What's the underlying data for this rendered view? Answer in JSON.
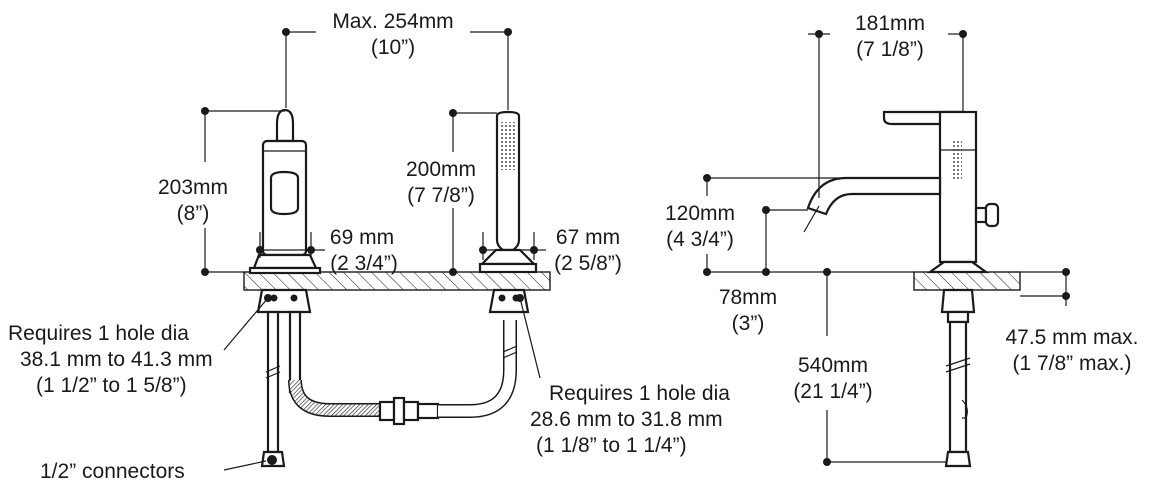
{
  "dimensions": {
    "max_spread": "Max. 254mm",
    "max_spread_in": "(10”)",
    "valve_height": "203mm",
    "valve_height_in": "(8”)",
    "valve_base": "69 mm",
    "valve_base_in": "(2 3/4”)",
    "shower_height": "200mm",
    "shower_height_in": "(7 7/8”)",
    "shower_base": "67 mm",
    "shower_base_in": "(2 5/8”)",
    "spout_reach": "181mm",
    "spout_reach_in": "(7 1/8”)",
    "spout_height": "120mm",
    "spout_height_in": "(4 3/4”)",
    "spout_clearance": "78mm",
    "spout_clearance_in": "(3”)",
    "below_deck": "540mm",
    "below_deck_in": "(21 1/4”)",
    "deck_thickness": "47.5 mm max.",
    "deck_thickness_in": "(1 7/8” max.)"
  },
  "notes": {
    "hole_left_1": "Requires 1 hole dia",
    "hole_left_2": "38.1 mm to 41.3 mm",
    "hole_left_3": "(1 1/2” to 1 5/8”)",
    "hole_right_1": "Requires 1 hole dia",
    "hole_right_2": "28.6 mm to 31.8 mm",
    "hole_right_3": "(1 1/8” to 1 1/4”)",
    "connectors": "1/2” connectors"
  }
}
